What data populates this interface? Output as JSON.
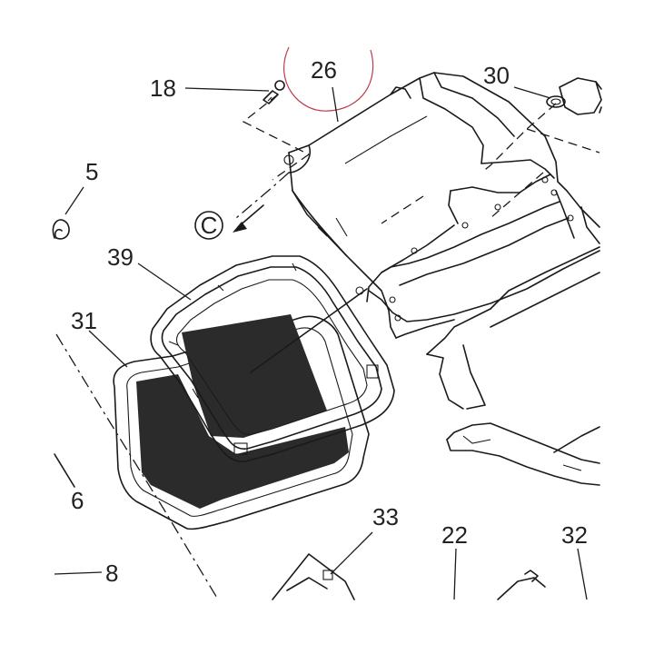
{
  "callouts": {
    "p18": "18",
    "p26": "26",
    "p30": "30",
    "p5": "5",
    "p39": "39",
    "p31": "31",
    "p6": "6",
    "p8": "8",
    "p33": "33",
    "p22": "22",
    "p32": "32"
  },
  "view_marker": "C",
  "colors": {
    "ink": "#1a1a1a",
    "filter_mesh": "#2b2b2b",
    "highlight_circle": "#c0394b"
  }
}
